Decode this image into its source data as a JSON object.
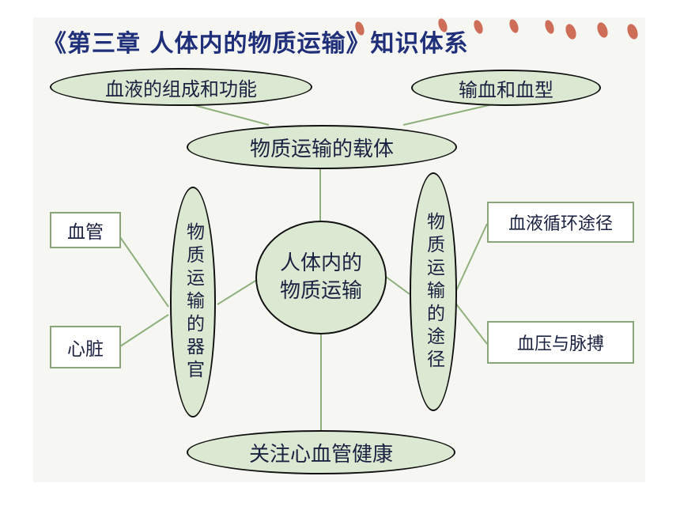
{
  "title": "《第三章 人体内的物质运输》知识体系",
  "nodes": {
    "blood_composition": "血液的组成和功能",
    "transfusion": "输血和血型",
    "carrier": "物质运输的载体",
    "center": "人体内的物质运输",
    "organs": "物质运输的器官",
    "pathways": "物质运输的途径",
    "health": "关注心血管健康",
    "blood_vessels": "血管",
    "heart": "心脏",
    "circulation": "血液循环途径",
    "pressure_pulse": "血压与脉搏"
  },
  "colors": {
    "title": "#1f2f7a",
    "oval_fill": "#dce9d2",
    "connector": "#8fb07c",
    "decoration": "#c8563d"
  }
}
